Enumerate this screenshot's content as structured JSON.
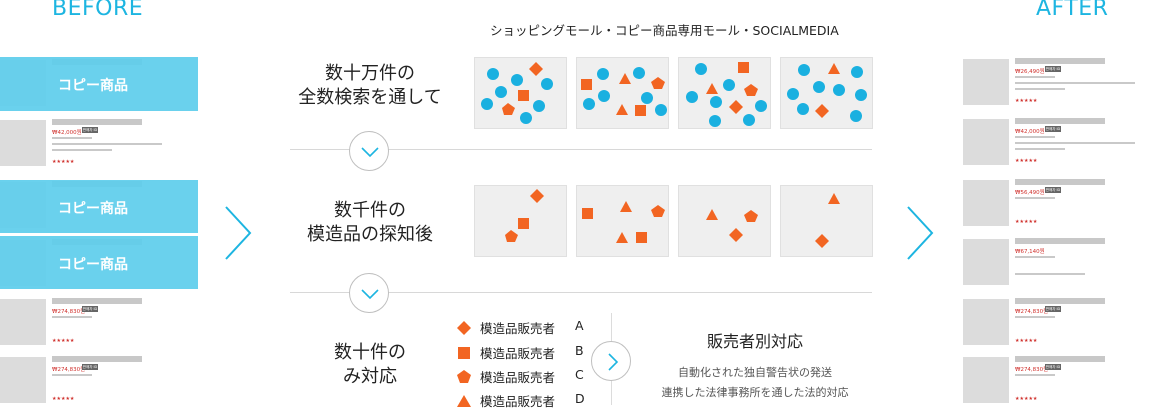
{
  "titles": {
    "before": "BEFORE",
    "after": "AFTER"
  },
  "subtitle": "ショッピングモール・コピー商品専用モール・SOCIALMEDIA",
  "rows": [
    {
      "line1": "数十万件の",
      "line2": "全数検索を通して"
    },
    {
      "line1": "数千件の",
      "line2": "模造品の探知後"
    },
    {
      "line1": "数十件の",
      "line2": "み対応"
    }
  ],
  "overlay_label": "コピー商品",
  "legend": [
    {
      "label": "模造品販売者",
      "letter": "A",
      "shape": "diamond-icon"
    },
    {
      "label": "模造品販売者",
      "letter": "B",
      "shape": "square-icon"
    },
    {
      "label": "模造品販売者",
      "letter": "C",
      "shape": "pentagon-icon"
    },
    {
      "label": "模造品販売者",
      "letter": "D",
      "shape": "triangle-icon"
    }
  ],
  "result": {
    "title": "販売者別対応",
    "desc1": "自動化された独自警告状の発送",
    "desc2": "連携した法律事務所を通した法的対応"
  },
  "cards": {
    "price_left_1": "₩42,000원",
    "price_left_2": "₩274,830원",
    "price_left_3": "₩274,830원",
    "price_right_1": "₩26,490원",
    "price_right_2": "₩42,000원",
    "price_right_3": "₩56,490원",
    "price_right_4": "₩67,140원",
    "price_right_5": "₩274,830원",
    "price_right_6": "₩274,830원",
    "badge": "판매자 ID",
    "stars": "★★★★★"
  },
  "colors": {
    "accent": "#1db5e1",
    "overlay": "#5fceec",
    "orange": "#f26522",
    "blue": "#1ab0e0"
  }
}
